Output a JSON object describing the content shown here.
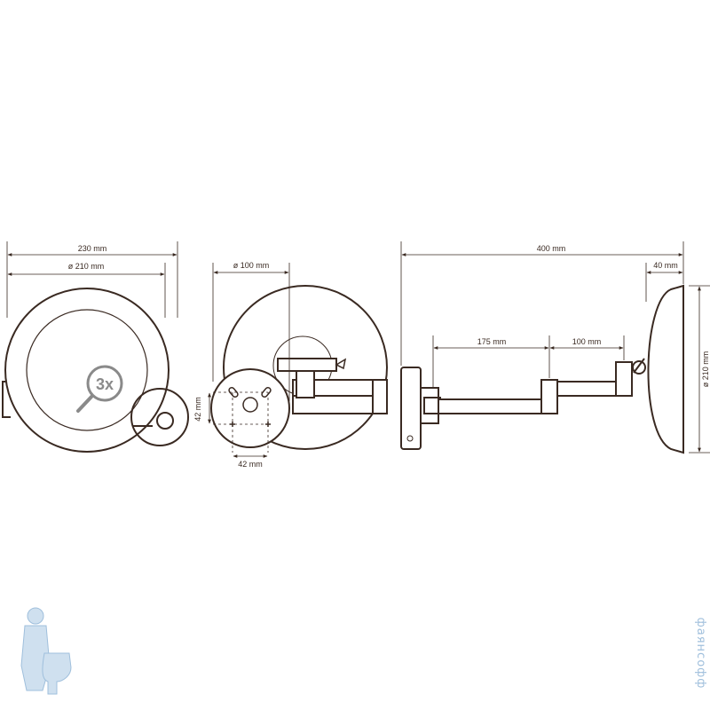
{
  "dimensions": {
    "front_width": "230 mm",
    "front_diameter": "ø 210 mm",
    "back_diameter": "ø 100 mm",
    "mount_vertical": "42 mm",
    "mount_horizontal": "42 mm",
    "side_total": "400 mm",
    "side_depth": "40 mm",
    "arm_long": "175 mm",
    "arm_short": "100 mm",
    "side_diameter": "ø 210 mm"
  },
  "magnification_badge": "3x",
  "watermark": {
    "text": "фаянсофф",
    "icon": "plumber-toilet-logo"
  },
  "colors": {
    "line": "#3a2a22",
    "badge": "#8a8a8a",
    "watermark": "#9fbfdc"
  }
}
